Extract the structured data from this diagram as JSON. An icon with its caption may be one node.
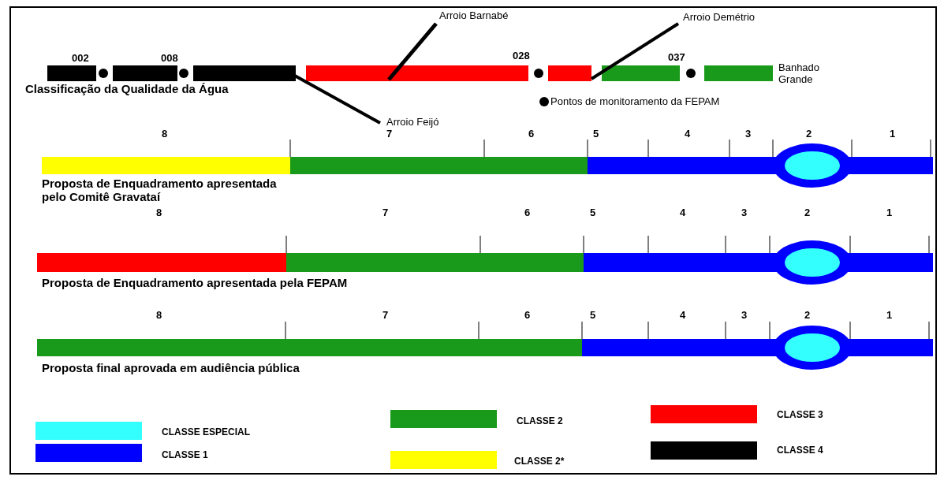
{
  "diagram": {
    "labels": [
      "Arroio Barnabé",
      "Arroio Demétrio",
      "002",
      "008",
      "028",
      "037",
      "Banhado Grande",
      "Classificação da Qualidade da Água",
      "Arroio Feijó",
      "8",
      "7",
      "6",
      "5",
      "4",
      "3",
      "2",
      "1",
      "Proposta de Enquadramento apresentada pelo Comitê Gravataí",
      "8",
      "7",
      "6",
      "5",
      "4",
      "3",
      "2",
      "1",
      "Proposta de Enquadramento apresentada pela FEPAM",
      "8",
      "7",
      "6",
      "5",
      "4",
      "3",
      "2",
      "1",
      "Proposta final aprovada em audiência pública"
    ],
    "legend": [
      {
        "text": "Pontos de monitoramento da FEPAM"
      },
      {
        "text": "CLASSE ESPECIAL",
        "color": "#33ffff"
      },
      {
        "text": "CLASSE 2",
        "color": "#1a9a1a"
      },
      {
        "text": "CLASSE 3",
        "color": "#ff0000"
      },
      {
        "text": "CLASSE 1",
        "color": "#0000ff"
      },
      {
        "text": "CLASSE 2*",
        "color": "#ffff00"
      },
      {
        "text": "CLASSE 4",
        "color": "#000000"
      }
    ]
  }
}
